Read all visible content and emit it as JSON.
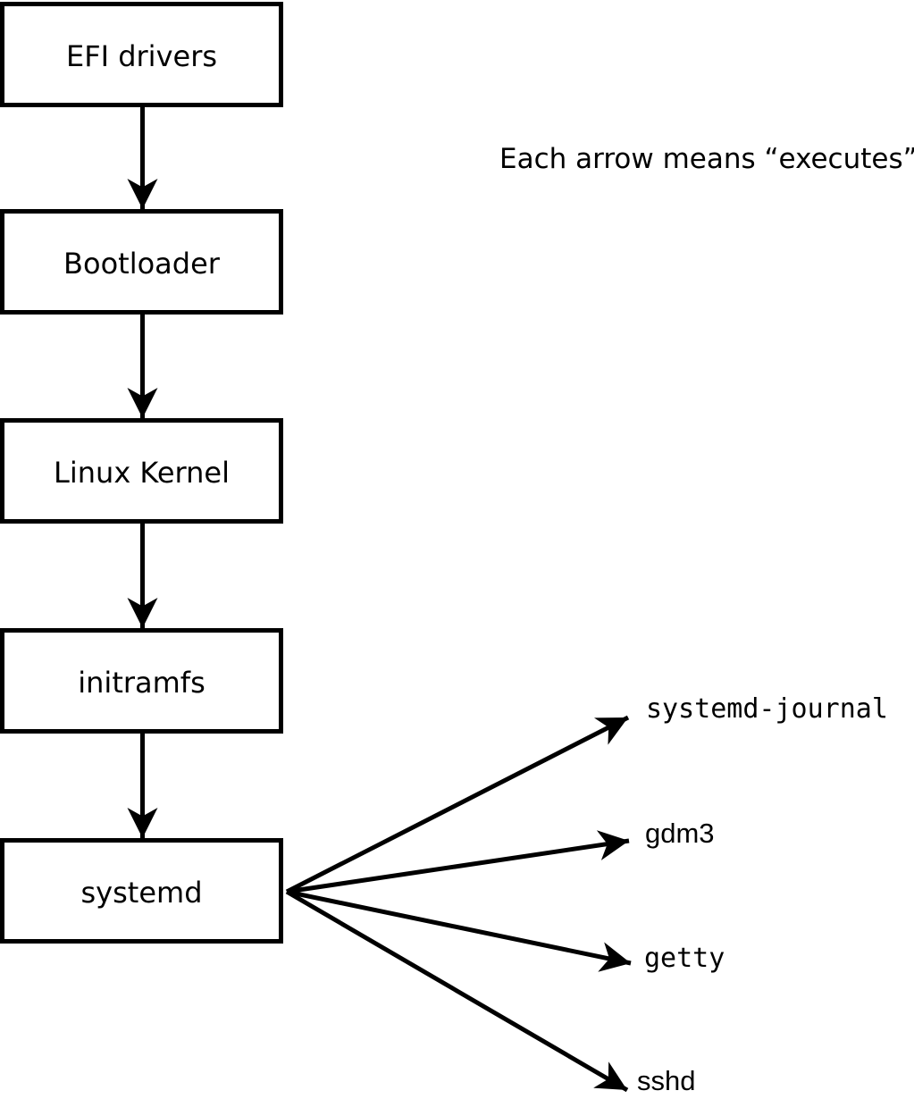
{
  "note": "Each arrow means “executes”.",
  "chain_nodes": [
    "EFI drivers",
    "Bootloader",
    "Linux Kernel",
    "initramfs",
    "systemd"
  ],
  "spawned_services": [
    "systemd-journal",
    "gdm3",
    "getty",
    "sshd"
  ],
  "colors": {
    "foreground": "#000000",
    "background": "#ffffff"
  }
}
